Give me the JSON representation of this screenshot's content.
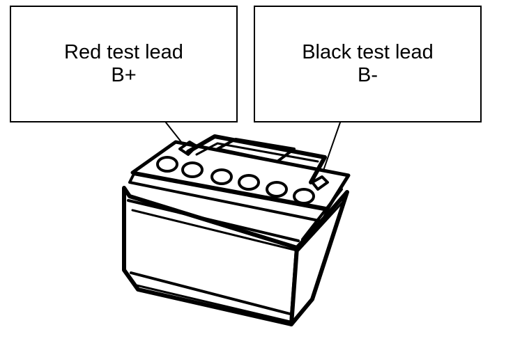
{
  "callouts": {
    "red": {
      "line1": "Red test lead",
      "line2": "B+"
    },
    "black": {
      "line1": "Black test lead",
      "line2": "B-"
    }
  },
  "colors": {
    "ink": "#000000",
    "paper": "#ffffff"
  }
}
